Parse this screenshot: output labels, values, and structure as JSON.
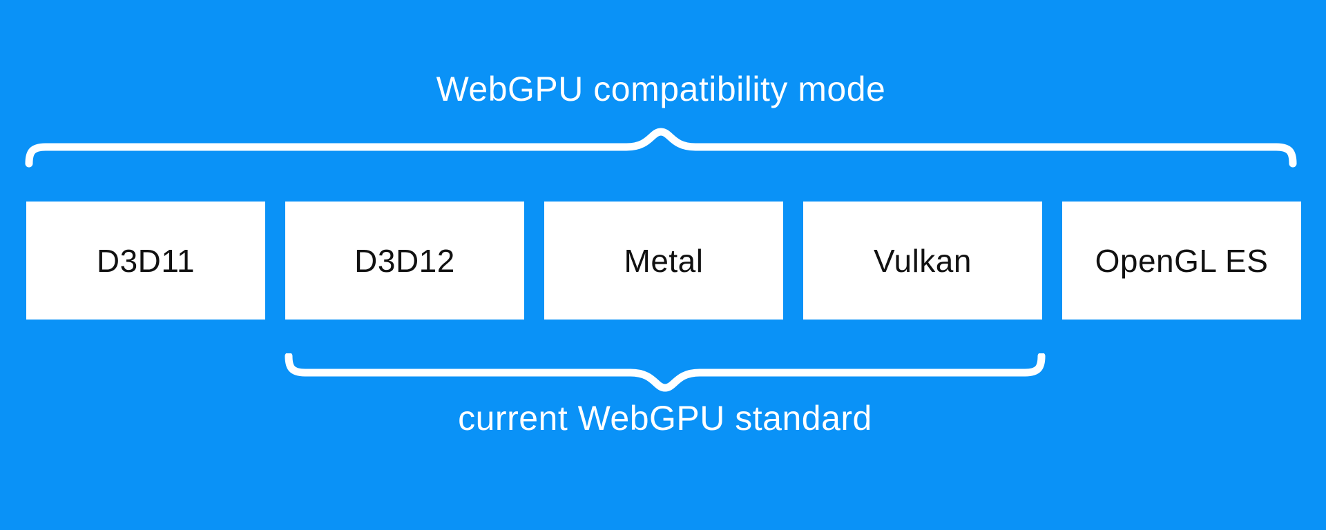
{
  "diagram": {
    "top_brace_label": "WebGPU compatibility mode",
    "bottom_brace_label": "current WebGPU standard",
    "api_boxes": [
      {
        "label": "D3D11"
      },
      {
        "label": "D3D12"
      },
      {
        "label": "Metal"
      },
      {
        "label": "Vulkan"
      },
      {
        "label": "OpenGL ES"
      }
    ],
    "top_brace_spans": [
      "D3D11",
      "D3D12",
      "Metal",
      "Vulkan",
      "OpenGL ES"
    ],
    "bottom_brace_spans": [
      "D3D12",
      "Metal",
      "Vulkan"
    ],
    "colors": {
      "background": "#0a92f7",
      "box_background": "#ffffff",
      "box_text": "#111111",
      "caption_text": "#ffffff",
      "brace_stroke": "#ffffff"
    }
  }
}
